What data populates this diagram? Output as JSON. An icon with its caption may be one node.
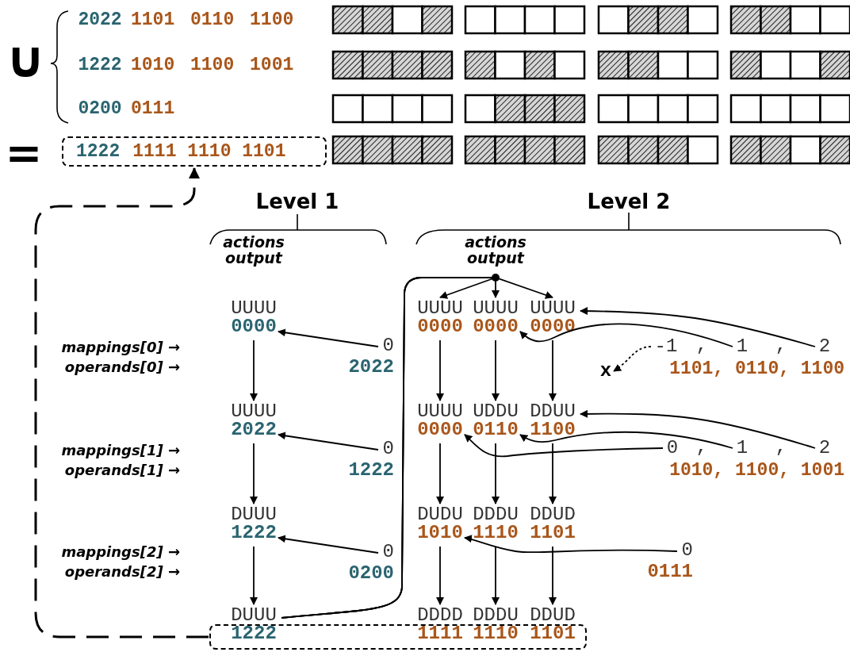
{
  "diagram": {
    "nodes": [
      {
        "text": [
          "1222",
          "1111 1110 1101"
        ]
      },
      {
        "text": [
          "UUUU",
          "0000"
        ]
      },
      {
        "text": [
          "UUUU",
          "2022"
        ]
      },
      {
        "text": [
          "DUUU",
          "1222"
        ]
      },
      {
        "text": [
          "DUUU",
          "1222"
        ]
      },
      {
        "text": [
          "UUUU",
          "0000"
        ]
      },
      {
        "text": [
          "UUUU",
          "0000"
        ]
      },
      {
        "text": [
          "UUUU",
          "0000"
        ]
      },
      {
        "text": [
          "UUUU",
          "0000"
        ]
      },
      {
        "text": [
          "UDDU",
          "0110"
        ]
      },
      {
        "text": [
          "DDUU",
          "1100"
        ]
      },
      {
        "text": [
          "DUDU",
          "1010"
        ]
      },
      {
        "text": [
          "DDDU",
          "1110"
        ]
      },
      {
        "text": [
          "DDUD",
          "1101"
        ]
      },
      {
        "text": [
          "DDDD",
          "1111"
        ]
      },
      {
        "text": [
          "DDDU",
          "1110"
        ]
      },
      {
        "text": [
          "DDUD",
          "1101"
        ]
      },
      {
        "text": [],
        "shape": "box"
      },
      {
        "text": [
          "0",
          "2022"
        ]
      },
      {
        "text": [
          "0",
          "1222"
        ]
      },
      {
        "text": [
          "0",
          "0200"
        ]
      },
      {
        "text": [
          "-1"
        ]
      },
      {
        "text": [
          "1"
        ]
      },
      {
        "text": [
          "2"
        ]
      },
      {
        "text": [
          "x"
        ]
      },
      {
        "text": [
          "0"
        ]
      },
      {
        "text": [
          "1"
        ]
      },
      {
        "text": [
          "2"
        ]
      },
      {
        "text": [
          "0",
          "0111"
        ]
      }
    ],
    "edges": [
      {
        "from": 1,
        "to": 2,
        "arrow": "to"
      },
      {
        "from": 2,
        "to": 3,
        "arrow": "to"
      },
      {
        "from": 3,
        "to": 4,
        "arrow": "to"
      },
      {
        "from": 18,
        "to": 1,
        "arrow": "to"
      },
      {
        "from": 19,
        "to": 2,
        "arrow": "to"
      },
      {
        "from": 20,
        "to": 3,
        "arrow": "to"
      },
      {
        "from": 4,
        "to": 5,
        "arrow": "to"
      },
      {
        "from": 4,
        "to": 6,
        "arrow": "to"
      },
      {
        "from": 4,
        "to": 7,
        "arrow": "to"
      },
      {
        "from": 5,
        "to": 8,
        "arrow": "to"
      },
      {
        "from": 6,
        "to": 9,
        "arrow": "to"
      },
      {
        "from": 7,
        "to": 10,
        "arrow": "to"
      },
      {
        "from": 8,
        "to": 11,
        "arrow": "to"
      },
      {
        "from": 9,
        "to": 12,
        "arrow": "to"
      },
      {
        "from": 10,
        "to": 13,
        "arrow": "to"
      },
      {
        "from": 11,
        "to": 14,
        "arrow": "to"
      },
      {
        "from": 12,
        "to": 15,
        "arrow": "to"
      },
      {
        "from": 13,
        "to": 16,
        "arrow": "to"
      },
      {
        "from": 21,
        "to": 24,
        "arrow": "to",
        "style": "dashed"
      },
      {
        "from": 22,
        "to": 6,
        "arrow": "to"
      },
      {
        "from": 23,
        "to": 7,
        "arrow": "to"
      },
      {
        "from": 25,
        "to": 8,
        "arrow": "to"
      },
      {
        "from": 26,
        "to": 9,
        "arrow": "to"
      },
      {
        "from": 27,
        "to": 10,
        "arrow": "to"
      },
      {
        "from": 28,
        "to": 11,
        "arrow": "to"
      },
      {
        "from": 17,
        "to": 0,
        "arrow": "to",
        "style": "dashed"
      }
    ],
    "labels": [
      "∪",
      "2022",
      "1101 0110 1100",
      "1222",
      "1010 1100 1001",
      "0200",
      "0111",
      "=",
      "Level 1",
      "Level 2",
      "actions output",
      "actions output",
      "mappings[0] →",
      "operands[0] →",
      ",",
      ",",
      "1101, 0110, 1100",
      "mappings[1] →",
      "operands[1] →",
      ",",
      ",",
      "1010, 1100, 1001",
      "mappings[2] →",
      "operands[2] →"
    ]
  }
}
